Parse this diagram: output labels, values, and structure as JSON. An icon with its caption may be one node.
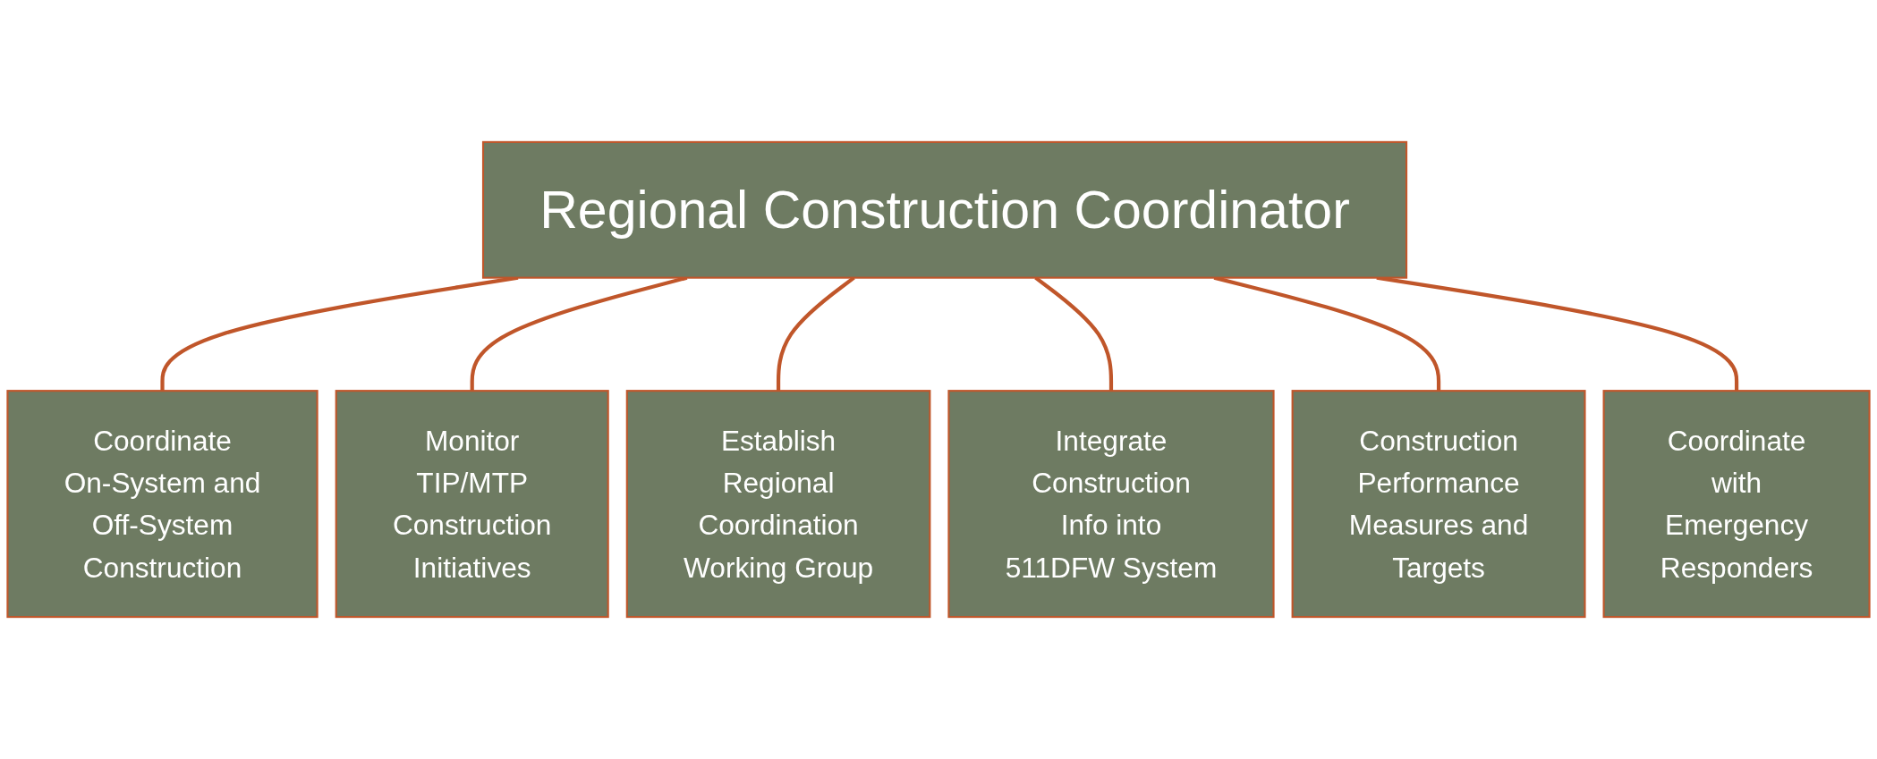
{
  "diagram": {
    "nodes": [
      {
        "text": [
          "Regional Construction Coordinator"
        ]
      },
      {
        "text": [
          "Coordinate On-System and Off-System Construction"
        ]
      },
      {
        "text": [
          "Monitor TIP/MTP Construction Initiatives"
        ]
      },
      {
        "text": [
          "Establish Regional Coordination Working Group"
        ]
      },
      {
        "text": [
          "Integrate Construction Info into 511DFW System"
        ]
      },
      {
        "text": [
          "Construction Performance Measures and Targets"
        ]
      },
      {
        "text": [
          "Coordinate with Emergency Responders"
        ]
      }
    ],
    "edges": [
      {
        "from": 0,
        "to": 1,
        "arrow": "none"
      },
      {
        "from": 0,
        "to": 2,
        "arrow": "none"
      },
      {
        "from": 0,
        "to": 3,
        "arrow": "none"
      },
      {
        "from": 0,
        "to": 4,
        "arrow": "none"
      },
      {
        "from": 0,
        "to": 5,
        "arrow": "none"
      },
      {
        "from": 0,
        "to": 6,
        "arrow": "none"
      }
    ]
  }
}
